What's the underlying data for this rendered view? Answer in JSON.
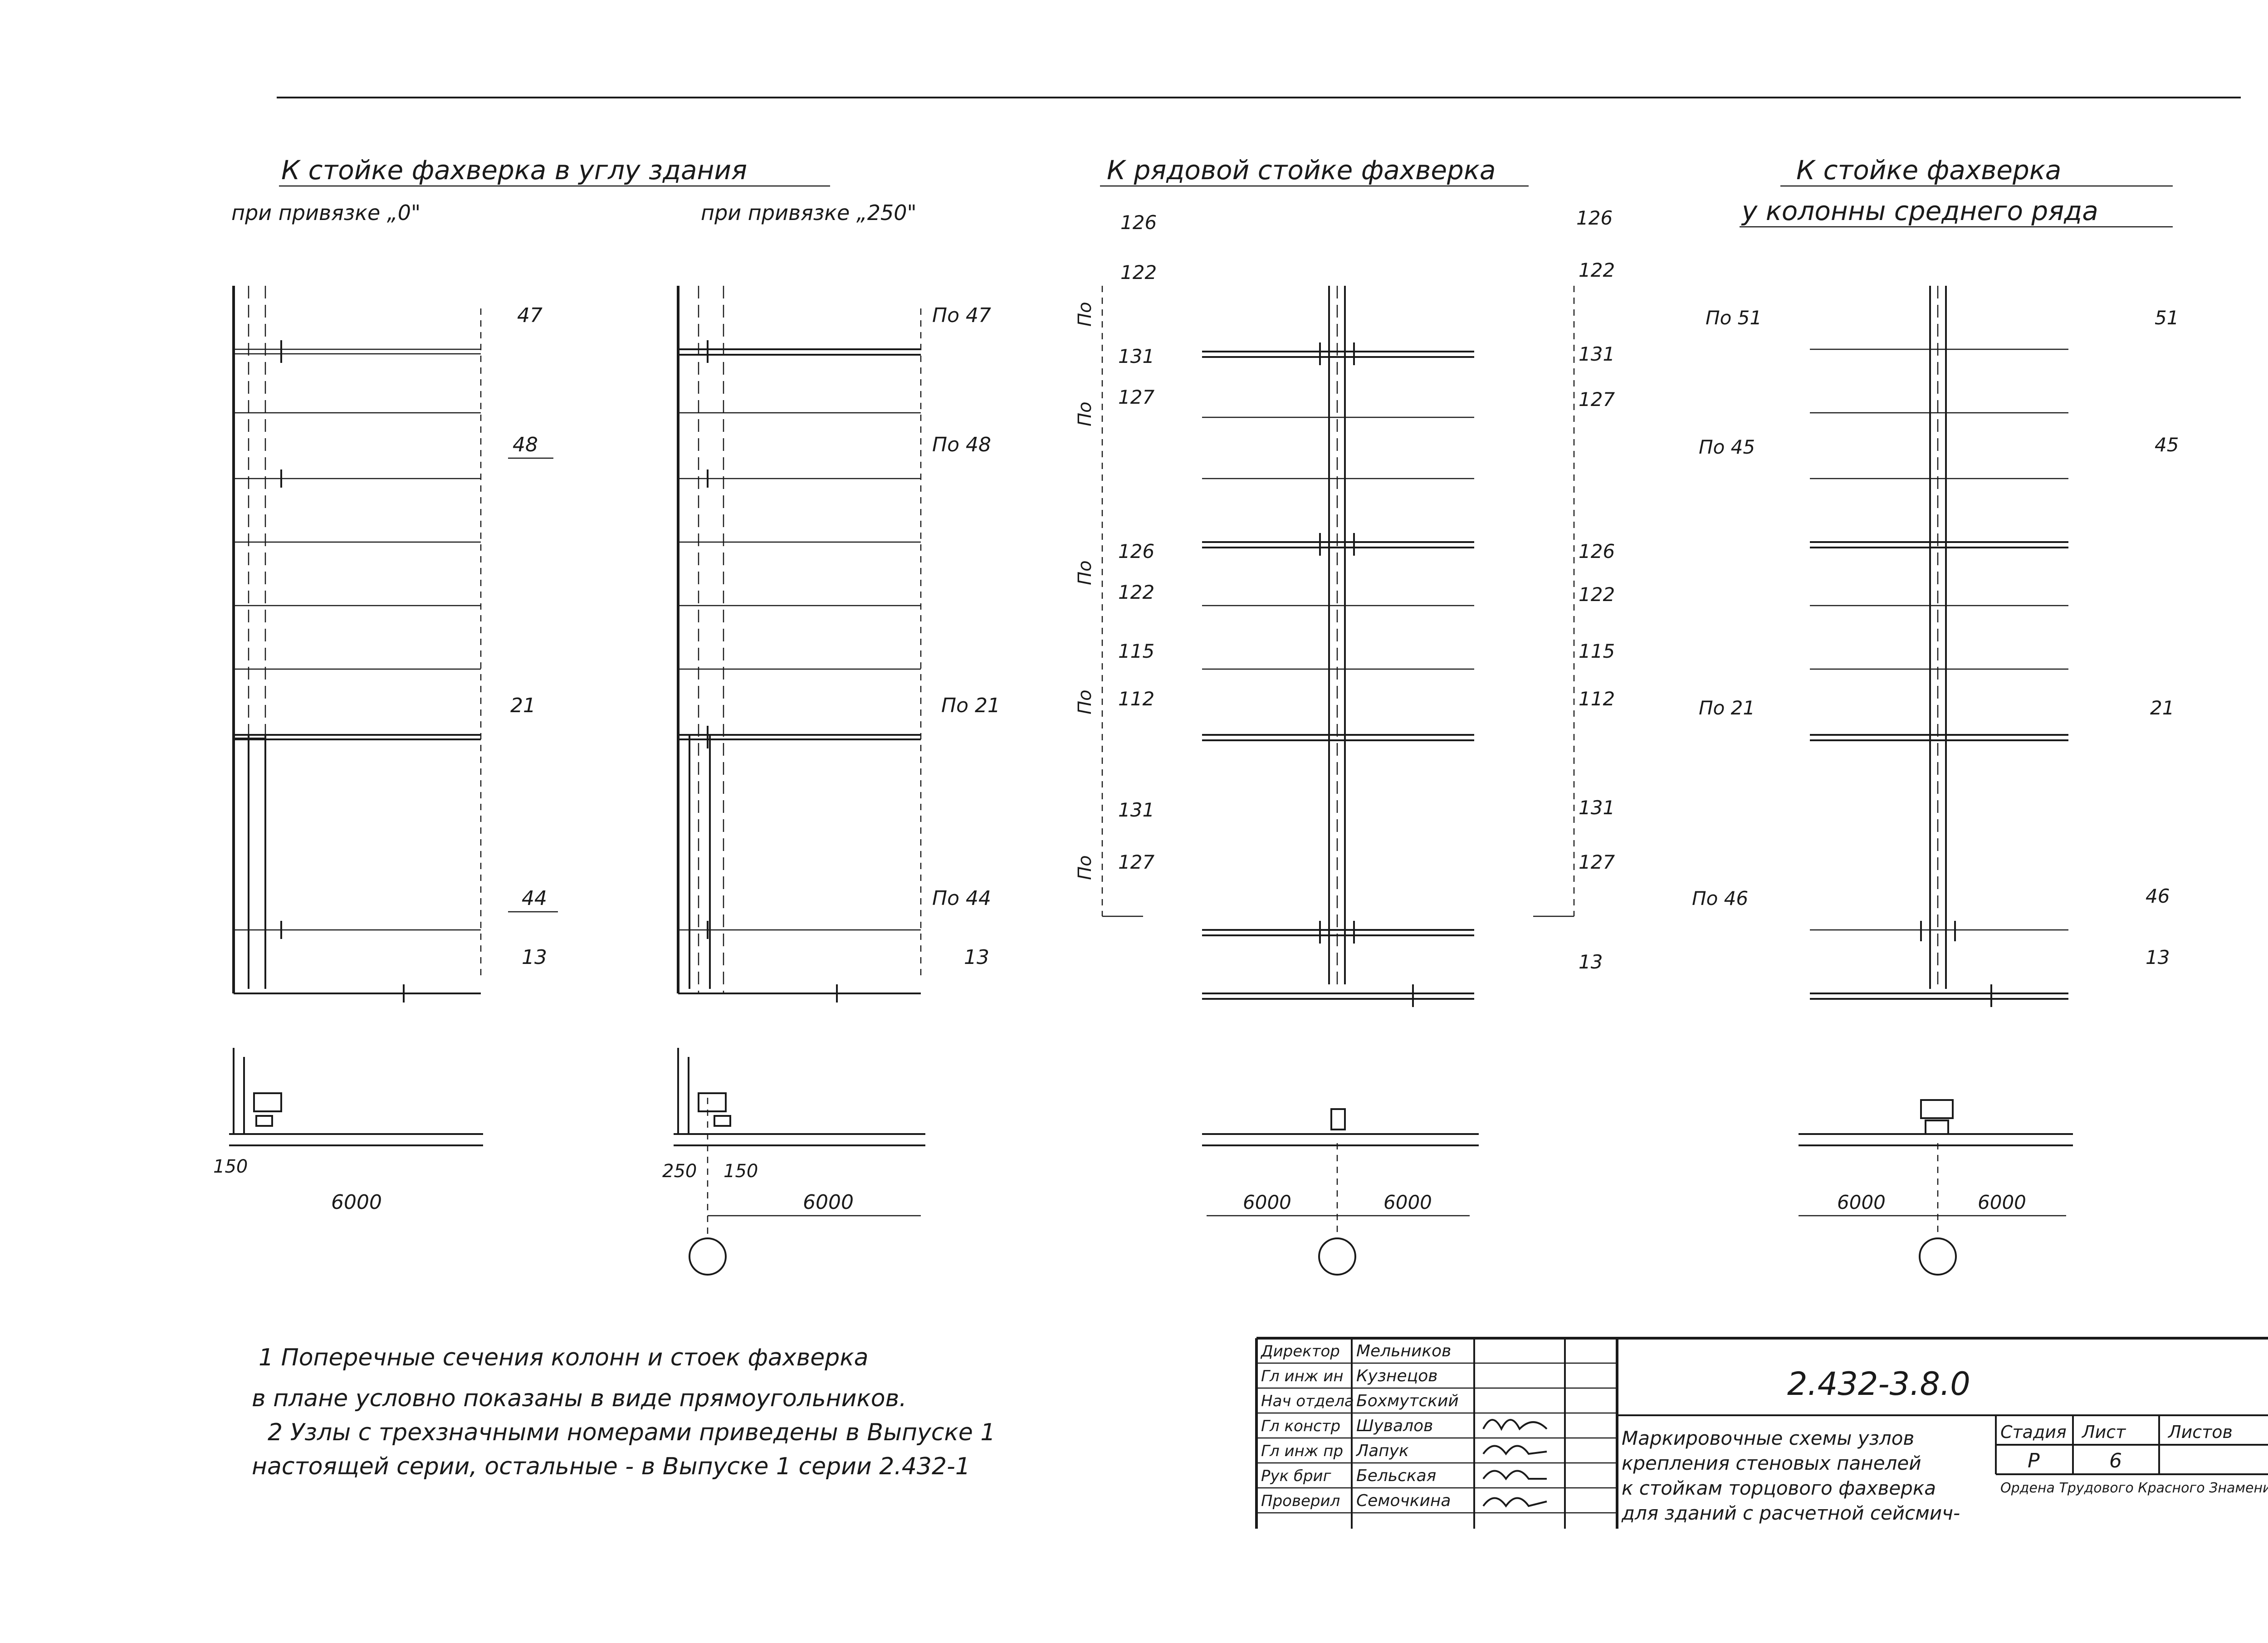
{
  "section_titles": {
    "corner": "К стойке фахверка в углу здания",
    "corner_sub_0": "при привязке „0\"",
    "corner_sub_250": "при привязке „250\"",
    "regular": "К рядовой стойке фахверка",
    "middle_line1": "К стойке фахверка",
    "middle_line2": "у колонны среднего ряда"
  },
  "scheme1": {
    "labels": [
      "47",
      "48",
      "21",
      "44",
      "13"
    ],
    "dim_150": "150",
    "dim_6000": "6000"
  },
  "scheme2": {
    "labels": [
      "По 47",
      "По 48",
      "По 21",
      "По 44",
      "13"
    ],
    "dim_250": "250",
    "dim_150": "150",
    "dim_6000": "6000"
  },
  "scheme3": {
    "top_left": "126",
    "top_right": "126",
    "left_labels": [
      "122",
      "131",
      "127",
      "126",
      "122",
      "115",
      "112",
      "131",
      "127"
    ],
    "right_labels": [
      "122",
      "131",
      "127",
      "126",
      "122",
      "115",
      "112",
      "131",
      "127",
      "13"
    ],
    "po_labels": [
      "По",
      "По",
      "По",
      "По",
      "По"
    ],
    "dim_left": "6000",
    "dim_right": "6000"
  },
  "scheme4": {
    "left_labels": [
      "По 51",
      "По 45",
      "По 21",
      "По 46"
    ],
    "right_labels": [
      "51",
      "45",
      "21",
      "46",
      "13"
    ],
    "dim_left": "6000",
    "dim_right": "6000"
  },
  "notes": {
    "line1": "1 Поперечные сечения колонн и стоек фахверка",
    "line2": "в плане условно показаны в виде прямоугольников.",
    "line3": "2 Узлы с трехзначными номерами приведены в Выпуске 1",
    "line4": "настоящей серии, остальные - в Выпуске 1 серии 2.432-1"
  },
  "title_block": {
    "doc_code": "2.432-3.8.0",
    "description": [
      "Маркировочные схемы узлов",
      "крепления стеновых панелей",
      "к стойкам торцового фахверка",
      "для зданий с расчетной сейсмич-"
    ],
    "roles": [
      "Директор",
      "Гл инж ин",
      "Нач отдела",
      "Гл констр",
      "Гл инж пр",
      "Рук бриг",
      "Проверил"
    ],
    "names": [
      "Мельников",
      "Кузнецов",
      "Бохмутский",
      "Шувалов",
      "Лапук",
      "Бельская",
      "Семочкина"
    ],
    "stage_header": "Стадия",
    "sheet_header": "Лист",
    "sheets_header": "Листов",
    "stage_value": "Р",
    "sheet_value": "6",
    "org": "Ордена Трудового Красного Знамени"
  }
}
